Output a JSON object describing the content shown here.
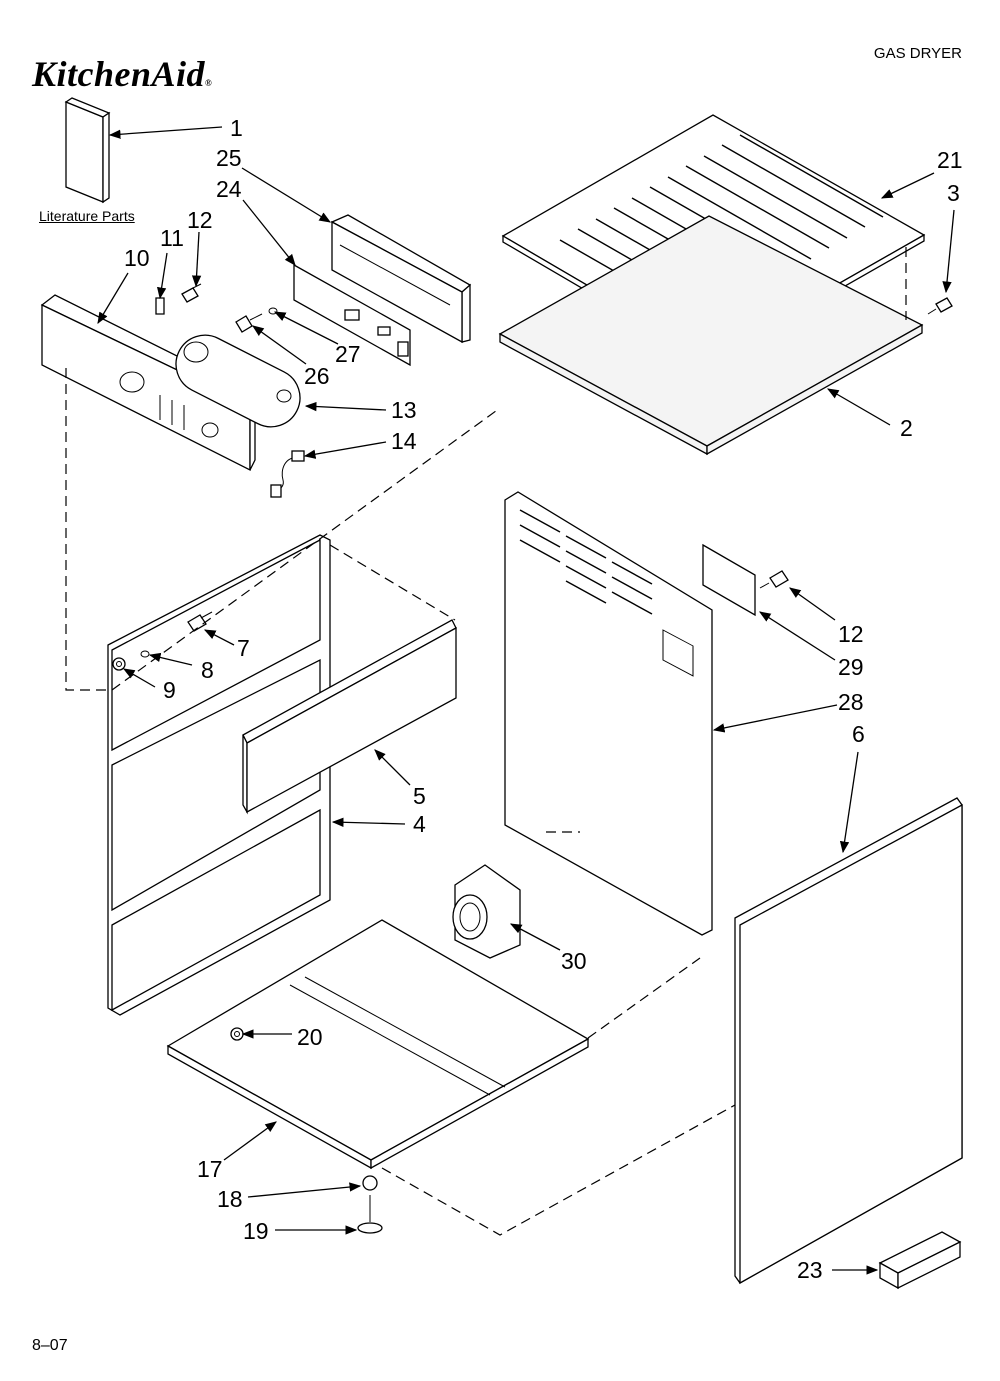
{
  "brand": {
    "logo_text": "KitchenAid",
    "registered_mark": "®"
  },
  "document": {
    "title": "GAS DRYER",
    "footer_code": "8–07"
  },
  "literature": {
    "label": "Literature Parts"
  },
  "callouts": [
    {
      "id": "1",
      "text": "1"
    },
    {
      "id": "25",
      "text": "25"
    },
    {
      "id": "24",
      "text": "24"
    },
    {
      "id": "12a",
      "text": "12"
    },
    {
      "id": "11",
      "text": "11"
    },
    {
      "id": "10",
      "text": "10"
    },
    {
      "id": "27",
      "text": "27"
    },
    {
      "id": "26",
      "text": "26"
    },
    {
      "id": "13",
      "text": "13"
    },
    {
      "id": "14",
      "text": "14"
    },
    {
      "id": "21",
      "text": "21"
    },
    {
      "id": "3",
      "text": "3"
    },
    {
      "id": "2",
      "text": "2"
    },
    {
      "id": "7",
      "text": "7"
    },
    {
      "id": "8",
      "text": "8"
    },
    {
      "id": "9",
      "text": "9"
    },
    {
      "id": "5",
      "text": "5"
    },
    {
      "id": "4",
      "text": "4"
    },
    {
      "id": "12b",
      "text": "12"
    },
    {
      "id": "29",
      "text": "29"
    },
    {
      "id": "28",
      "text": "28"
    },
    {
      "id": "6",
      "text": "6"
    },
    {
      "id": "30",
      "text": "30"
    },
    {
      "id": "20",
      "text": "20"
    },
    {
      "id": "17",
      "text": "17"
    },
    {
      "id": "18",
      "text": "18"
    },
    {
      "id": "19",
      "text": "19"
    },
    {
      "id": "23",
      "text": "23"
    }
  ]
}
